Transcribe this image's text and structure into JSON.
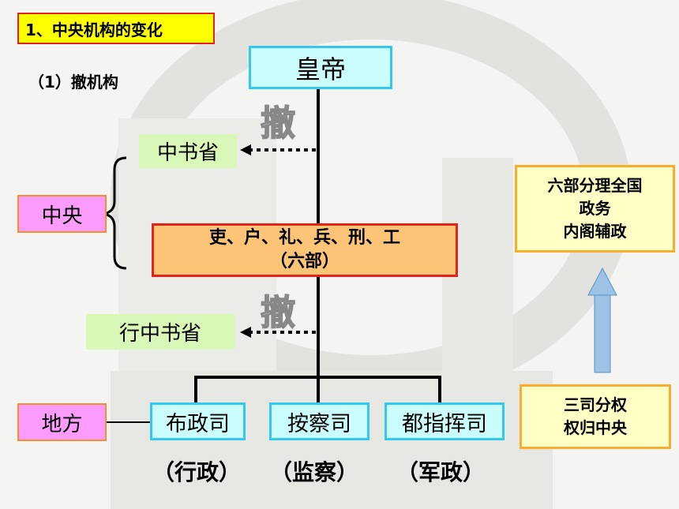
{
  "header": {
    "title": "1、中央机构的变化",
    "subtitle": "（1）撤机构"
  },
  "emperor": "皇帝",
  "abolish_marks": [
    "撤",
    "撤"
  ],
  "central": {
    "label": "中央",
    "zhongshusheng": "中书省",
    "six_ministries": {
      "line1": "吏、户、礼、兵、刑、工",
      "line2": "（六部）"
    }
  },
  "local": {
    "label": "地方",
    "xingzhongshusheng": "行中书省",
    "departments": [
      {
        "name": "布政司",
        "role": "（行政）"
      },
      {
        "name": "按察司",
        "role": "（监察）"
      },
      {
        "name": "都指挥司",
        "role": "（军政）"
      }
    ]
  },
  "summary": {
    "top": [
      "六部分理全国",
      "政务",
      "内阁辅政"
    ],
    "bottom": [
      "三司分权",
      "权归中央"
    ]
  },
  "colors": {
    "title_bg": "#ffff00",
    "cyan_box": "#ccfdfd",
    "pink_box": "#fb9cfd",
    "orange_box": "#fbc476",
    "green_box": "#d9f7b6",
    "yellow_box": "#ffffc6",
    "arrow": "#9cc3e5"
  }
}
